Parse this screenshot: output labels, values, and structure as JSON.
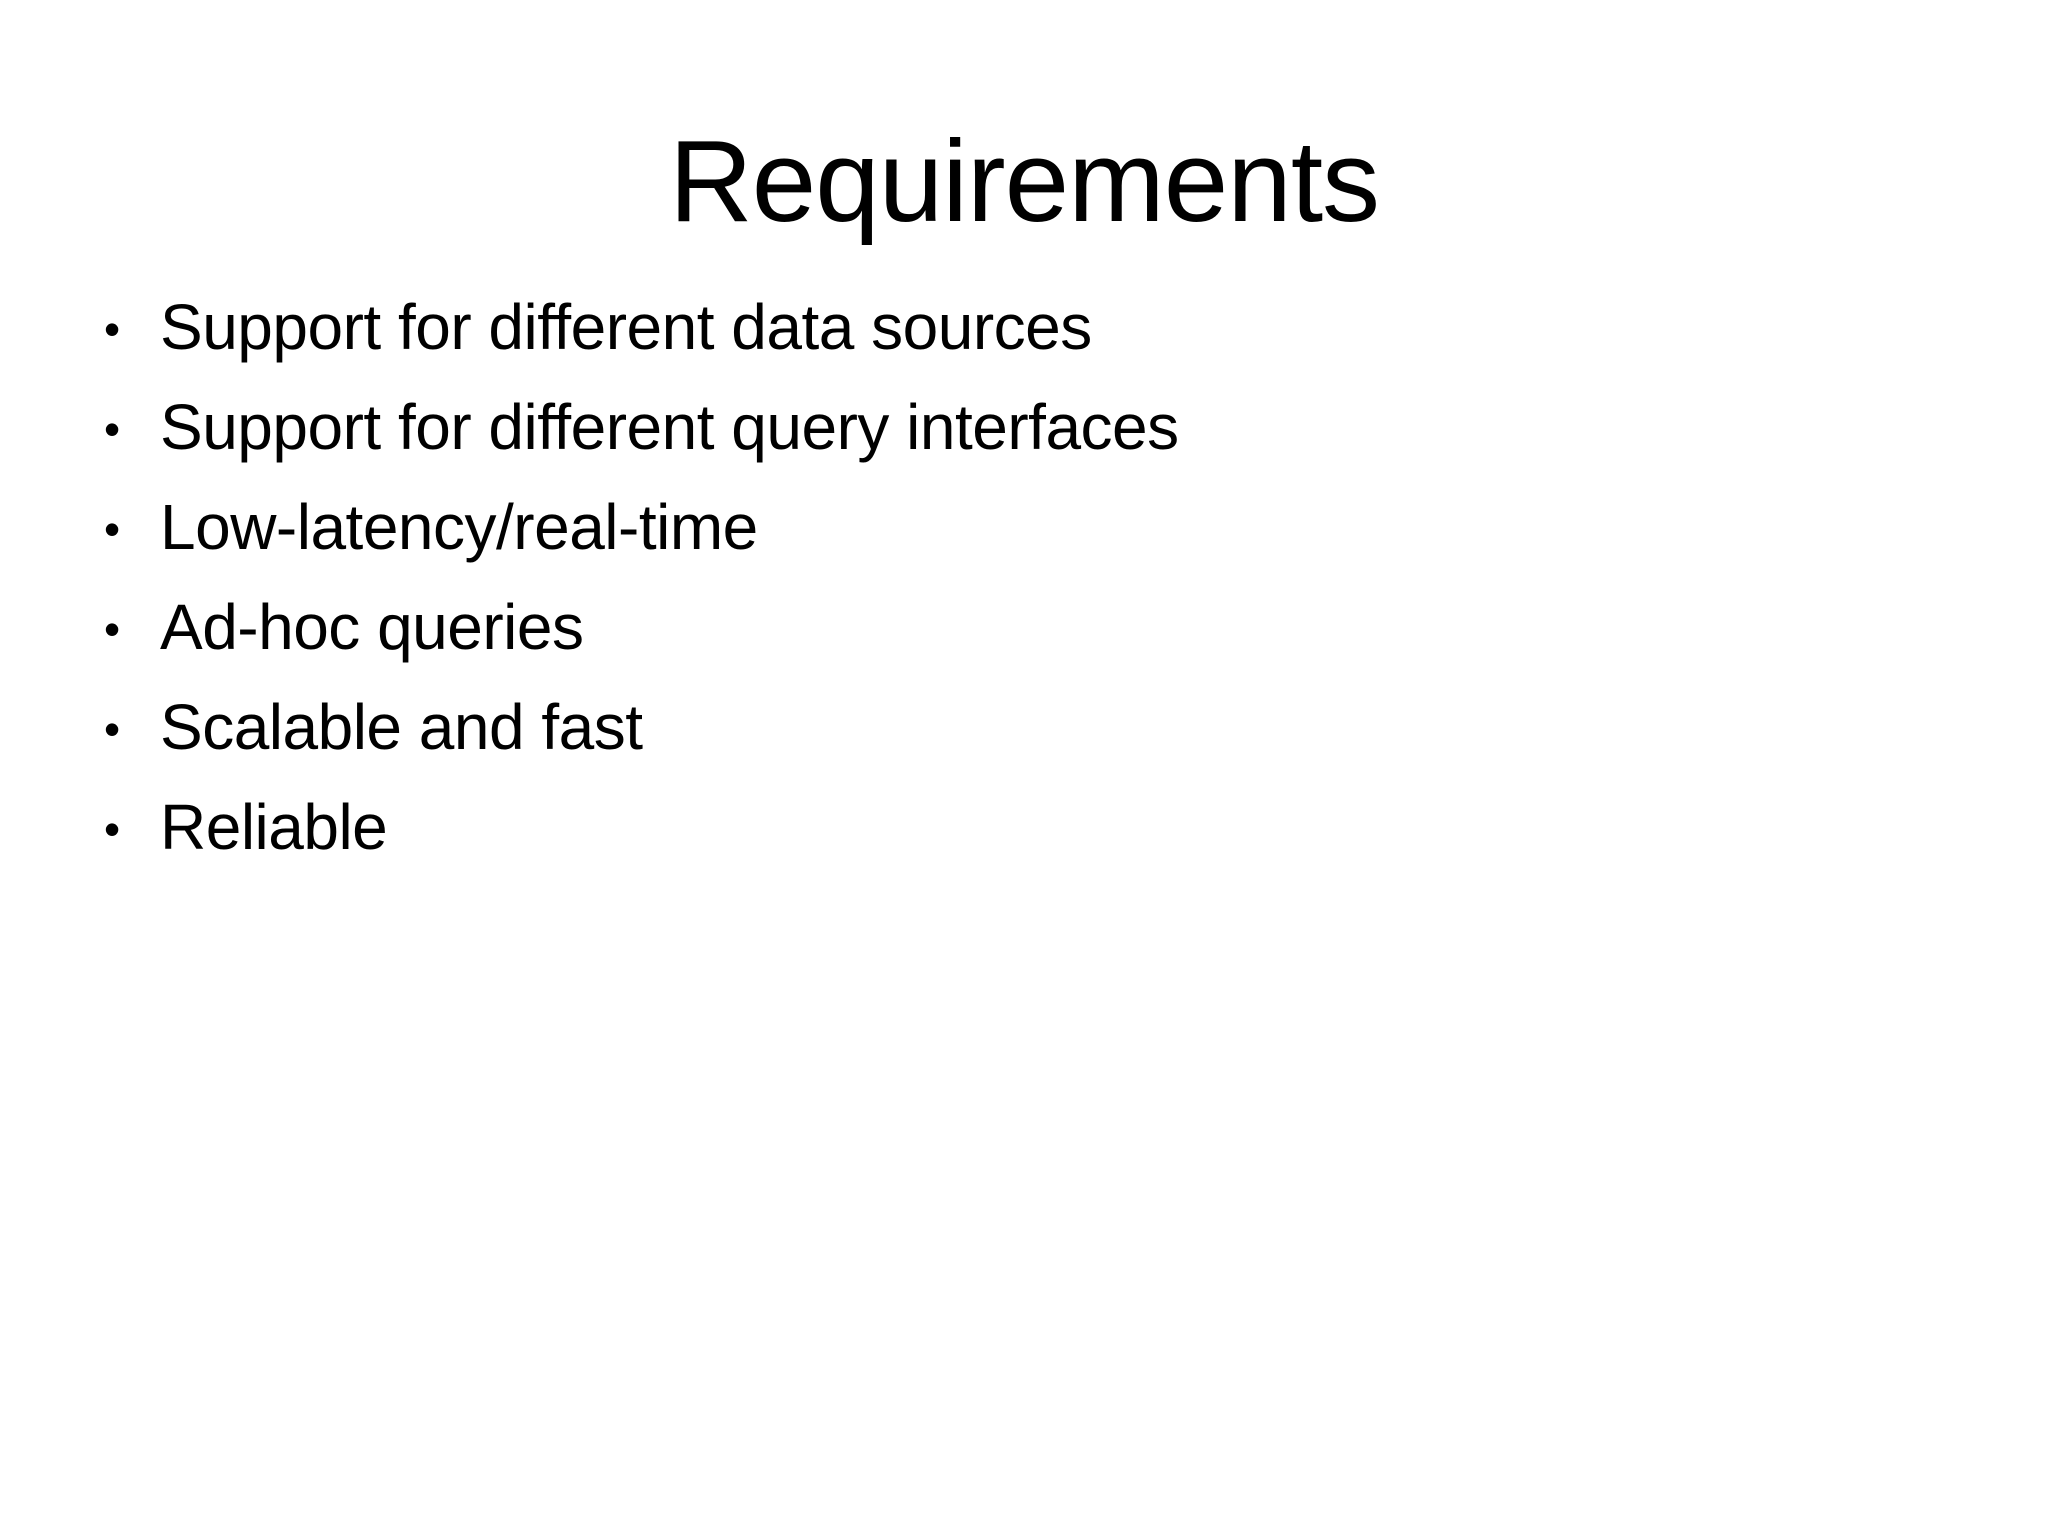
{
  "slide": {
    "title": "Requirements",
    "bullet_glyph": "•",
    "bullets": [
      "Support for different data sources",
      "Support for different query interfaces",
      "Low-latency/real-time",
      "Ad-hoc queries",
      "Scalable and fast",
      "Reliable"
    ]
  }
}
